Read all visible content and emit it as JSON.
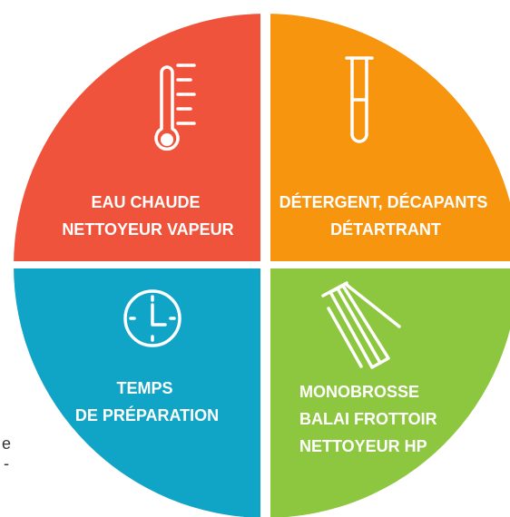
{
  "quadrants": [
    {
      "id": "top-left",
      "color": "#ef533b",
      "icon": "thermometer-icon",
      "lines": [
        "EAU CHAUDE",
        "NETTOYEUR VAPEUR"
      ]
    },
    {
      "id": "top-right",
      "color": "#f7950f",
      "icon": "test-tube-icon",
      "lines": [
        "DÉTERGENT, DÉCAPANTS",
        "DÉTARTRANT"
      ]
    },
    {
      "id": "bottom-left",
      "color": "#10a4c6",
      "icon": "clock-icon",
      "lines": [
        "TEMPS",
        "DE PRÉPARATION"
      ]
    },
    {
      "id": "bottom-right",
      "color": "#8dc63f",
      "icon": "brush-bristles-icon",
      "lines": [
        "MONOBROSSE",
        "BALAI FROTTOIR",
        "NETTOYEUR HP"
      ]
    }
  ],
  "stray_text": [
    "e",
    "-"
  ]
}
